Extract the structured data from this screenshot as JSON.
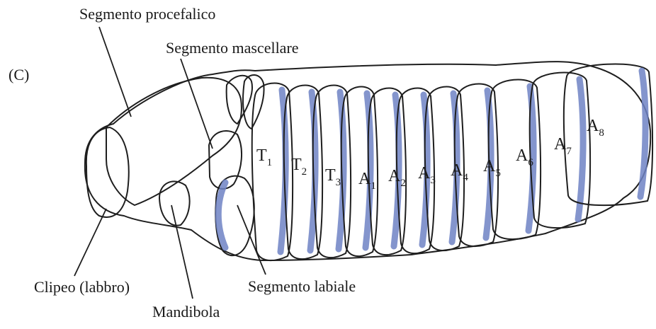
{
  "panel_label": "(C)",
  "labels": {
    "procephalic": "Segmento procefalico",
    "maxillary": "Segmento mascellare",
    "clypeus": "Clipeo (labbro)",
    "mandible": "Mandibola",
    "labial": "Segmento labiale"
  },
  "segments": [
    {
      "base": "T",
      "sub": "1"
    },
    {
      "base": "T",
      "sub": "2"
    },
    {
      "base": "T",
      "sub": "3"
    },
    {
      "base": "A",
      "sub": "1"
    },
    {
      "base": "A",
      "sub": "2"
    },
    {
      "base": "A",
      "sub": "3"
    },
    {
      "base": "A",
      "sub": "4"
    },
    {
      "base": "A",
      "sub": "5"
    },
    {
      "base": "A",
      "sub": "6"
    },
    {
      "base": "A",
      "sub": "7"
    },
    {
      "base": "A",
      "sub": "8"
    }
  ],
  "colors": {
    "stripe": "#6f82c4",
    "body_fill": "#eceff4",
    "outline": "#1e1e1e"
  }
}
